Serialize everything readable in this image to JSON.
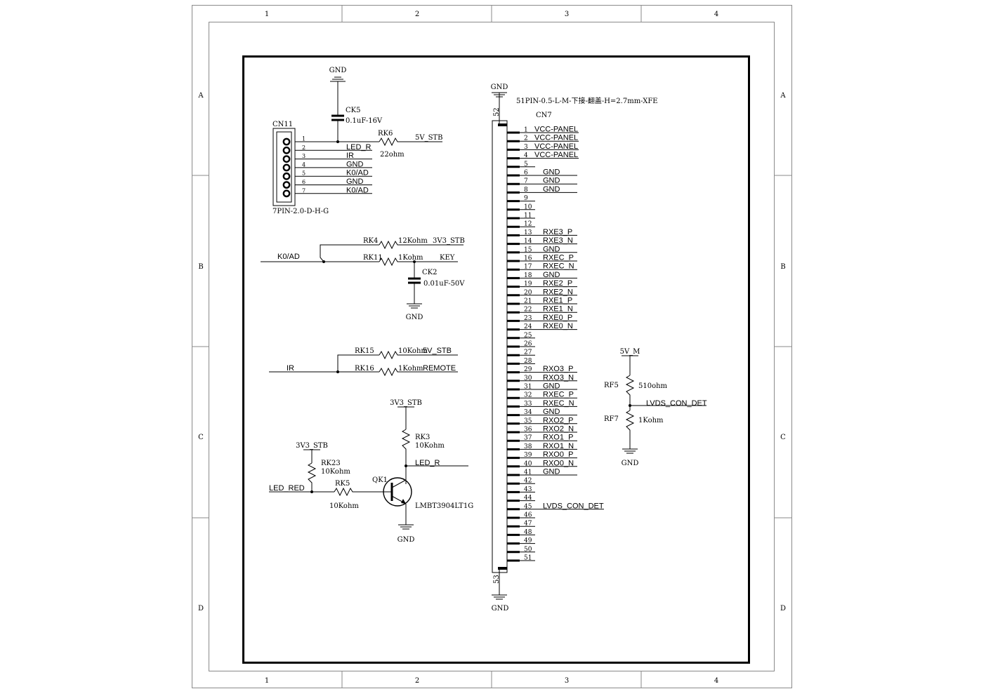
{
  "frame": {
    "cols": [
      "1",
      "2",
      "3",
      "4"
    ],
    "rows": [
      "A",
      "B",
      "C",
      "D"
    ]
  },
  "cn11": {
    "ref": "CN11",
    "footprint": "7PIN-2.0-D-H-G",
    "pins": [
      {
        "num": "1",
        "net": ""
      },
      {
        "num": "2",
        "net": "LED_R"
      },
      {
        "num": "3",
        "net": "IR"
      },
      {
        "num": "4",
        "net": "GND"
      },
      {
        "num": "5",
        "net": "K0/AD"
      },
      {
        "num": "6",
        "net": "GND"
      },
      {
        "num": "7",
        "net": "K0/AD"
      }
    ]
  },
  "ck5": {
    "ref": "CK5",
    "value": "0.1uF-16V",
    "gnd": "GND"
  },
  "rk6": {
    "ref": "RK6",
    "value": "22ohm",
    "net": "5V_STB"
  },
  "key_block": {
    "in_net": "K0/AD",
    "rk4_ref": "RK4",
    "rk4_val": "12Kohm",
    "rk4_net": "3V3_STB",
    "rk11_ref": "RK11",
    "rk11_val": "1Kohm",
    "rk11_net": "KEY",
    "ck2_ref": "CK2",
    "ck2_val": "0.01uF-50V",
    "gnd": "GND"
  },
  "ir_block": {
    "in_net": "IR",
    "rk15_ref": "RK15",
    "rk15_val": "10Kohm",
    "rk15_net": "5V_STB",
    "rk16_ref": "RK16",
    "rk16_val": "1Kohm",
    "rk16_net": "REMOTE"
  },
  "led_block": {
    "top_net": "3V3_STB",
    "rk3_ref": "RK3",
    "rk3_val": "10Kohm",
    "collector_net": "LED_R",
    "rk23_net": "3V3_STB",
    "rk23_ref": "RK23",
    "rk23_val": "10Kohm",
    "in_net": "LED_RED",
    "rk5_ref": "RK5",
    "rk5_val": "10Kohm",
    "q_ref": "QK1",
    "q_part": "LMBT3904LT1G",
    "gnd": "GND"
  },
  "cn7": {
    "ref": "CN7",
    "part": "51PIN-0.5-L-M-下接-翻盖-H=2.7mm-XFE",
    "gnd_top": "GND",
    "gnd_bottom": "GND",
    "pin_top": "52",
    "pin_bottom": "53",
    "pins": [
      {
        "num": "1",
        "net": "VCC-PANEL"
      },
      {
        "num": "2",
        "net": "VCC-PANEL"
      },
      {
        "num": "3",
        "net": "VCC-PANEL"
      },
      {
        "num": "4",
        "net": "VCC-PANEL"
      },
      {
        "num": "5",
        "net": ""
      },
      {
        "num": "6",
        "net": "GND"
      },
      {
        "num": "7",
        "net": "GND"
      },
      {
        "num": "8",
        "net": "GND"
      },
      {
        "num": "9",
        "net": ""
      },
      {
        "num": "10",
        "net": ""
      },
      {
        "num": "11",
        "net": ""
      },
      {
        "num": "12",
        "net": ""
      },
      {
        "num": "13",
        "net": "RXE3_P"
      },
      {
        "num": "14",
        "net": "RXE3_N"
      },
      {
        "num": "15",
        "net": "GND"
      },
      {
        "num": "16",
        "net": "RXEC_P"
      },
      {
        "num": "17",
        "net": "RXEC_N"
      },
      {
        "num": "18",
        "net": "GND"
      },
      {
        "num": "19",
        "net": "RXE2_P"
      },
      {
        "num": "20",
        "net": "RXE2_N"
      },
      {
        "num": "21",
        "net": "RXE1_P"
      },
      {
        "num": "22",
        "net": "RXE1_N"
      },
      {
        "num": "23",
        "net": "RXE0_P"
      },
      {
        "num": "24",
        "net": "RXE0_N"
      },
      {
        "num": "25",
        "net": ""
      },
      {
        "num": "26",
        "net": ""
      },
      {
        "num": "27",
        "net": ""
      },
      {
        "num": "28",
        "net": ""
      },
      {
        "num": "29",
        "net": "RXO3_P"
      },
      {
        "num": "30",
        "net": "RXO3_N"
      },
      {
        "num": "31",
        "net": "GND"
      },
      {
        "num": "32",
        "net": "RXEC_P"
      },
      {
        "num": "33",
        "net": "RXEC_N"
      },
      {
        "num": "34",
        "net": "GND"
      },
      {
        "num": "35",
        "net": "RXO2_P"
      },
      {
        "num": "36",
        "net": "RXO2_N"
      },
      {
        "num": "37",
        "net": "RXO1_P"
      },
      {
        "num": "38",
        "net": "RXO1_N"
      },
      {
        "num": "39",
        "net": "RXO0_P"
      },
      {
        "num": "40",
        "net": "RXO0_N"
      },
      {
        "num": "41",
        "net": "GND"
      },
      {
        "num": "42",
        "net": ""
      },
      {
        "num": "43",
        "net": ""
      },
      {
        "num": "44",
        "net": ""
      },
      {
        "num": "45",
        "net": "LVDS_CON_DET"
      },
      {
        "num": "46",
        "net": ""
      },
      {
        "num": "47",
        "net": ""
      },
      {
        "num": "48",
        "net": ""
      },
      {
        "num": "49",
        "net": ""
      },
      {
        "num": "50",
        "net": ""
      },
      {
        "num": "51",
        "net": ""
      }
    ]
  },
  "det_block": {
    "top_net": "5V_M",
    "rf5_ref": "RF5",
    "rf5_val": "510ohm",
    "out_net": "LVDS_CON_DET",
    "rf7_ref": "RF7",
    "rf7_val": "1Kohm",
    "gnd": "GND"
  }
}
